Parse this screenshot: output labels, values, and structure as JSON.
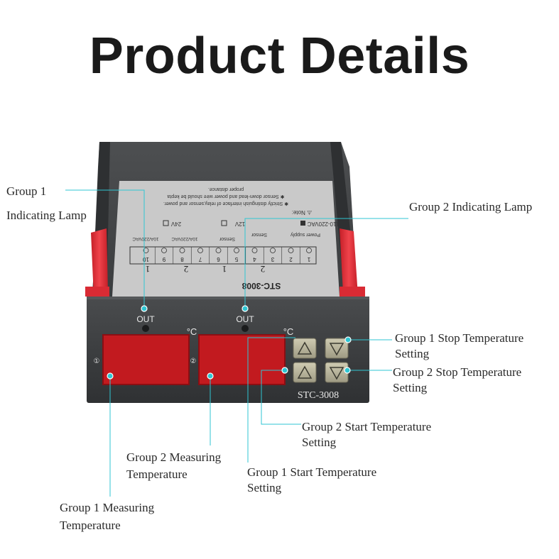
{
  "title": "Product Details",
  "device": {
    "top_label_model": "STC-3008",
    "front_model": "STC-3008",
    "out_label_1": "OUT",
    "out_label_2": "OUT",
    "unit_1": "°C",
    "unit_2": "°C",
    "channel_1_mark": "①",
    "channel_2_mark": "②",
    "sticker": {
      "note_title": "⚠ Note:",
      "note_lines": [
        "✱ Strictly distinguish interface of relay,sensor and power.",
        "✱ Sensor down-lead and power wire should be kepta",
        "proper distance."
      ],
      "power_supply": "Power supply",
      "sensor": "Sensor",
      "options": [
        "110-220VAC",
        "12V",
        "24V"
      ],
      "relay_rating": "10A/220VAC",
      "terminals": [
        "1",
        "2",
        "3",
        "4",
        "5",
        "6",
        "7",
        "8",
        "9",
        "10"
      ],
      "group_numbers": [
        "1",
        "2",
        "1",
        "2"
      ]
    }
  },
  "callouts": {
    "g1_lamp_line1": "Group 1",
    "g1_lamp_line2": "Indicating Lamp",
    "g2_lamp": "Group 2 Indicating Lamp",
    "g1_stop_line1": "Group 1 Stop Temperature",
    "g1_stop_line2": "Setting",
    "g2_stop_line1": "Group 2 Stop Temperature",
    "g2_stop_line2": "Setting",
    "g2_start_line1": "Group 2 Start Temperature",
    "g2_start_line2": "Setting",
    "g2_measure_line1": "Group 2 Measuring",
    "g2_measure_line2": "Temperature",
    "g1_start_line1": "Group 1 Start Temperature",
    "g1_start_line2": "Setting",
    "g1_measure_line1": "Group 1 Measuring",
    "g1_measure_line2": "Temperature"
  },
  "colors": {
    "leader_line": "#2fc6d3",
    "body": "#3d3f41",
    "clip": "#e8323c",
    "sticker": "#c9c9c9",
    "display": "#c21a1f",
    "button": "#b9b59e"
  },
  "icons": {
    "up_button": "up-triangle-icon",
    "down_button": "down-triangle-icon"
  }
}
